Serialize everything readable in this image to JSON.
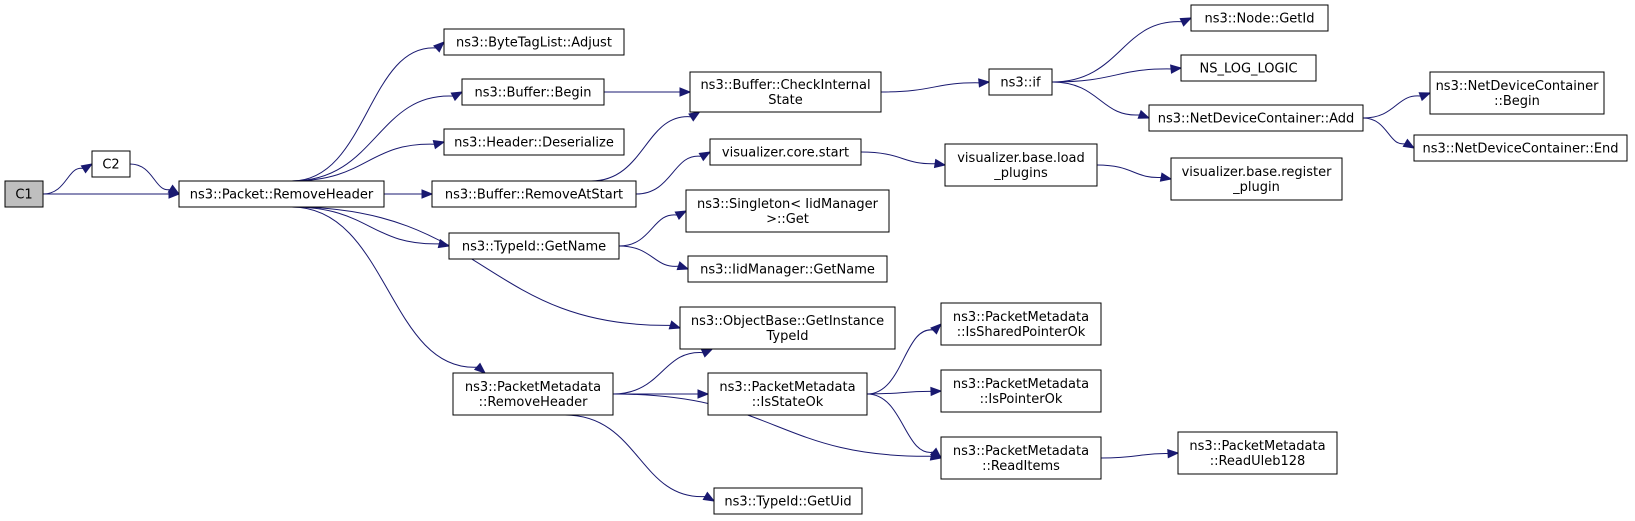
{
  "nodes": [
    {
      "id": "c1",
      "label": [
        "C1"
      ],
      "root": true
    },
    {
      "id": "c2",
      "label": [
        "C2"
      ]
    },
    {
      "id": "packet_removeheader",
      "label": [
        "ns3::Packet::RemoveHeader"
      ]
    },
    {
      "id": "bytetaglist_adjust",
      "label": [
        "ns3::ByteTagList::Adjust"
      ]
    },
    {
      "id": "buffer_begin",
      "label": [
        "ns3::Buffer::Begin"
      ]
    },
    {
      "id": "header_deserialize",
      "label": [
        "ns3::Header::Deserialize"
      ]
    },
    {
      "id": "buffer_removeatstart",
      "label": [
        "ns3::Buffer::RemoveAtStart"
      ]
    },
    {
      "id": "typeid_getname",
      "label": [
        "ns3::TypeId::GetName"
      ]
    },
    {
      "id": "objectbase_getinstancetypeid",
      "label": [
        "ns3::ObjectBase::GetInstance",
        "TypeId"
      ]
    },
    {
      "id": "packetmetadata_removeheader",
      "label": [
        "ns3::PacketMetadata",
        "::RemoveHeader"
      ]
    },
    {
      "id": "buffer_checkinternalstate",
      "label": [
        "ns3::Buffer::CheckInternal",
        "State"
      ]
    },
    {
      "id": "visualizer_core_start",
      "label": [
        "visualizer.core.start"
      ]
    },
    {
      "id": "singleton_get",
      "label": [
        "ns3::Singleton< IidManager",
        ">::Get"
      ]
    },
    {
      "id": "iidmanager_getname",
      "label": [
        "ns3::IidManager::GetName"
      ]
    },
    {
      "id": "packetmetadata_isstateok",
      "label": [
        "ns3::PacketMetadata",
        "::IsStateOk"
      ]
    },
    {
      "id": "typeid_getuid",
      "label": [
        "ns3::TypeId::GetUid"
      ]
    },
    {
      "id": "ns3_if",
      "label": [
        "ns3::if"
      ]
    },
    {
      "id": "visualizer_base_load_plugins",
      "label": [
        "visualizer.base.load",
        "_plugins"
      ]
    },
    {
      "id": "packetmetadata_issharedpointerok",
      "label": [
        "ns3::PacketMetadata",
        "::IsSharedPointerOk"
      ]
    },
    {
      "id": "packetmetadata_ispointerok",
      "label": [
        "ns3::PacketMetadata",
        "::IsPointerOk"
      ]
    },
    {
      "id": "packetmetadata_readitems",
      "label": [
        "ns3::PacketMetadata",
        "::ReadItems"
      ]
    },
    {
      "id": "node_getid",
      "label": [
        "ns3::Node::GetId"
      ]
    },
    {
      "id": "ns_log_logic",
      "label": [
        "NS_LOG_LOGIC"
      ]
    },
    {
      "id": "netdevicecontainer_add",
      "label": [
        "ns3::NetDeviceContainer::Add"
      ]
    },
    {
      "id": "visualizer_base_register_plugin",
      "label": [
        "visualizer.base.register",
        "_plugin"
      ]
    },
    {
      "id": "packetmetadata_readuleb128",
      "label": [
        "ns3::PacketMetadata",
        "::ReadUleb128"
      ]
    },
    {
      "id": "netdevicecontainer_begin",
      "label": [
        "ns3::NetDeviceContainer",
        "::Begin"
      ]
    },
    {
      "id": "netdevicecontainer_end",
      "label": [
        "ns3::NetDeviceContainer::End"
      ]
    }
  ],
  "edges": [
    {
      "from": "c1",
      "to": "c2"
    },
    {
      "from": "c1",
      "to": "packet_removeheader"
    },
    {
      "from": "c2",
      "to": "packet_removeheader"
    },
    {
      "from": "packet_removeheader",
      "to": "bytetaglist_adjust"
    },
    {
      "from": "packet_removeheader",
      "to": "buffer_begin"
    },
    {
      "from": "packet_removeheader",
      "to": "header_deserialize"
    },
    {
      "from": "packet_removeheader",
      "to": "buffer_removeatstart"
    },
    {
      "from": "packet_removeheader",
      "to": "typeid_getname"
    },
    {
      "from": "packet_removeheader",
      "to": "objectbase_getinstancetypeid"
    },
    {
      "from": "packet_removeheader",
      "to": "packetmetadata_removeheader"
    },
    {
      "from": "buffer_begin",
      "to": "buffer_checkinternalstate"
    },
    {
      "from": "buffer_removeatstart",
      "to": "buffer_checkinternalstate"
    },
    {
      "from": "buffer_removeatstart",
      "to": "visualizer_core_start"
    },
    {
      "from": "buffer_checkinternalstate",
      "to": "ns3_if"
    },
    {
      "from": "ns3_if",
      "to": "node_getid"
    },
    {
      "from": "ns3_if",
      "to": "ns_log_logic"
    },
    {
      "from": "ns3_if",
      "to": "netdevicecontainer_add"
    },
    {
      "from": "netdevicecontainer_add",
      "to": "netdevicecontainer_begin"
    },
    {
      "from": "netdevicecontainer_add",
      "to": "netdevicecontainer_end"
    },
    {
      "from": "visualizer_core_start",
      "to": "visualizer_base_load_plugins"
    },
    {
      "from": "visualizer_base_load_plugins",
      "to": "visualizer_base_register_plugin"
    },
    {
      "from": "typeid_getname",
      "to": "singleton_get"
    },
    {
      "from": "typeid_getname",
      "to": "iidmanager_getname"
    },
    {
      "from": "packetmetadata_removeheader",
      "to": "objectbase_getinstancetypeid"
    },
    {
      "from": "packetmetadata_removeheader",
      "to": "packetmetadata_isstateok"
    },
    {
      "from": "packetmetadata_removeheader",
      "to": "packetmetadata_readitems"
    },
    {
      "from": "packetmetadata_removeheader",
      "to": "typeid_getuid"
    },
    {
      "from": "packetmetadata_isstateok",
      "to": "packetmetadata_issharedpointerok"
    },
    {
      "from": "packetmetadata_isstateok",
      "to": "packetmetadata_ispointerok"
    },
    {
      "from": "packetmetadata_isstateok",
      "to": "packetmetadata_readitems"
    },
    {
      "from": "packetmetadata_readitems",
      "to": "packetmetadata_readuleb128"
    }
  ]
}
